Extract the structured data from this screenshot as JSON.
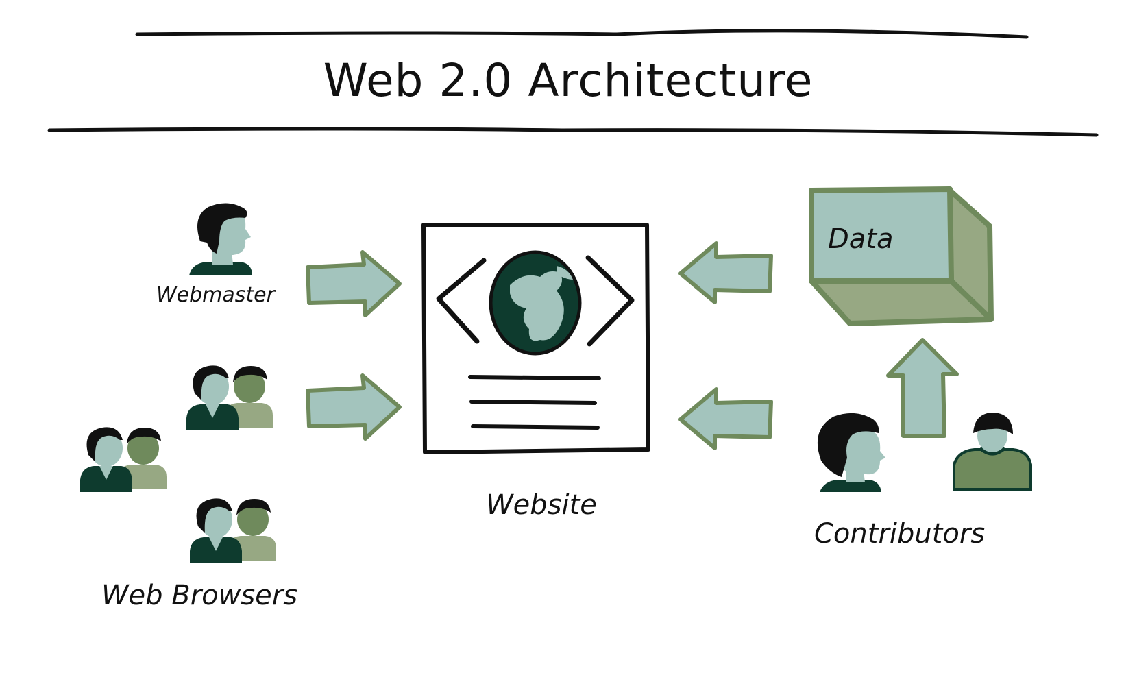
{
  "title": "Web 2.0 Architecture",
  "labels": {
    "webmaster": "Webmaster",
    "web_browsers": "Web Browsers",
    "website": "Website",
    "data": "Data",
    "contributors": "Contributors"
  },
  "colors": {
    "ink": "#111111",
    "pale_teal": "#a3c4bd",
    "dark_green": "#0e3b2e",
    "olive": "#6f8a5c",
    "sage": "#97a883"
  },
  "icons": [
    "webmaster-person-icon",
    "browser-pair-icon",
    "globe-icon",
    "code-bracket-icon",
    "text-lines-icon",
    "data-cube-icon",
    "contributor-person-icon",
    "arrow-right-icon",
    "arrow-left-icon",
    "arrow-up-icon"
  ]
}
